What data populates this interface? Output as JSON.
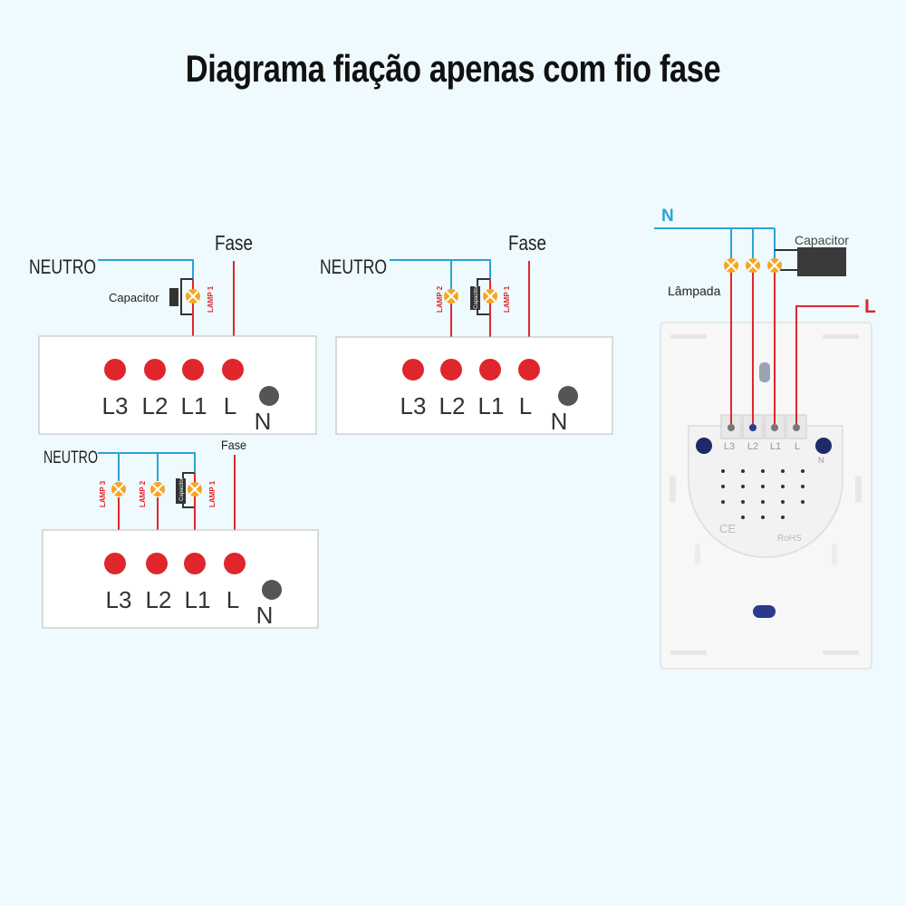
{
  "title": "Diagrama fiação apenas com fio fase",
  "colors": {
    "background": "#eefafd",
    "neutral_wire": "#2aa3d6",
    "phase_wire": "#e0262d",
    "terminal_live": "#e0262d",
    "terminal_neutral": "#555555",
    "lamp": "#f5a623",
    "capacitor": "#333333"
  },
  "diagram_1": {
    "neutral_label": "NEUTRO",
    "phase_label": "Fase",
    "capacitor_label": "Capacitor",
    "lamps": [
      "LAMP 1"
    ],
    "terminals": [
      "L3",
      "L2",
      "L1",
      "L"
    ],
    "neutral_terminal": "N"
  },
  "diagram_2": {
    "neutral_label": "NEUTRO",
    "phase_label": "Fase",
    "capacitor_label": "Capacitor",
    "lamps": [
      "LAMP 2",
      "LAMP 1"
    ],
    "terminals": [
      "L3",
      "L2",
      "L1",
      "L"
    ],
    "neutral_terminal": "N"
  },
  "diagram_3": {
    "neutral_label": "NEUTRO",
    "phase_label": "Fase",
    "capacitor_label": "Capacitor",
    "lamps": [
      "LAMP 3",
      "LAMP 2",
      "LAMP 1"
    ],
    "terminals": [
      "L3",
      "L2",
      "L1",
      "L"
    ],
    "neutral_terminal": "N"
  },
  "photo_diagram": {
    "neutral_label": "N",
    "phase_label": "L",
    "capacitor_label": "Capacitor",
    "lamp_label": "Lâmpada",
    "terminals": [
      "L3",
      "L2",
      "L1",
      "L"
    ],
    "neutral_terminal": "N",
    "marks": [
      "CE",
      "RoHS"
    ]
  }
}
